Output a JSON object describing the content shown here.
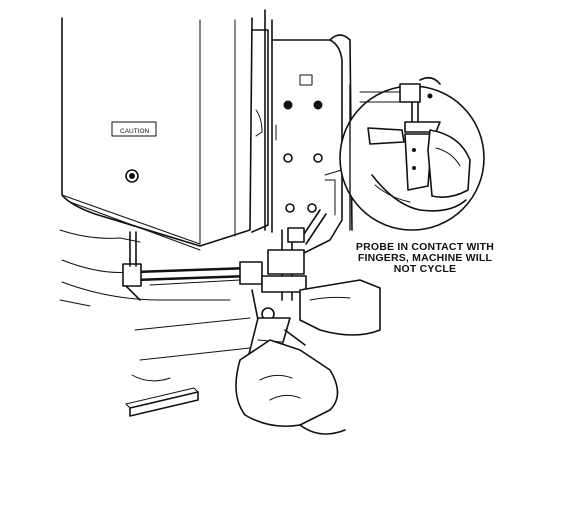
{
  "figure": {
    "caution_plate_text": "CAUTION",
    "callout_lines": [
      "PROBE IN CONTACT WITH",
      "FINGERS, MACHINE WILL",
      "NOT CYCLE"
    ],
    "colors": {
      "ink": "#111111",
      "paper": "#ffffff"
    }
  }
}
